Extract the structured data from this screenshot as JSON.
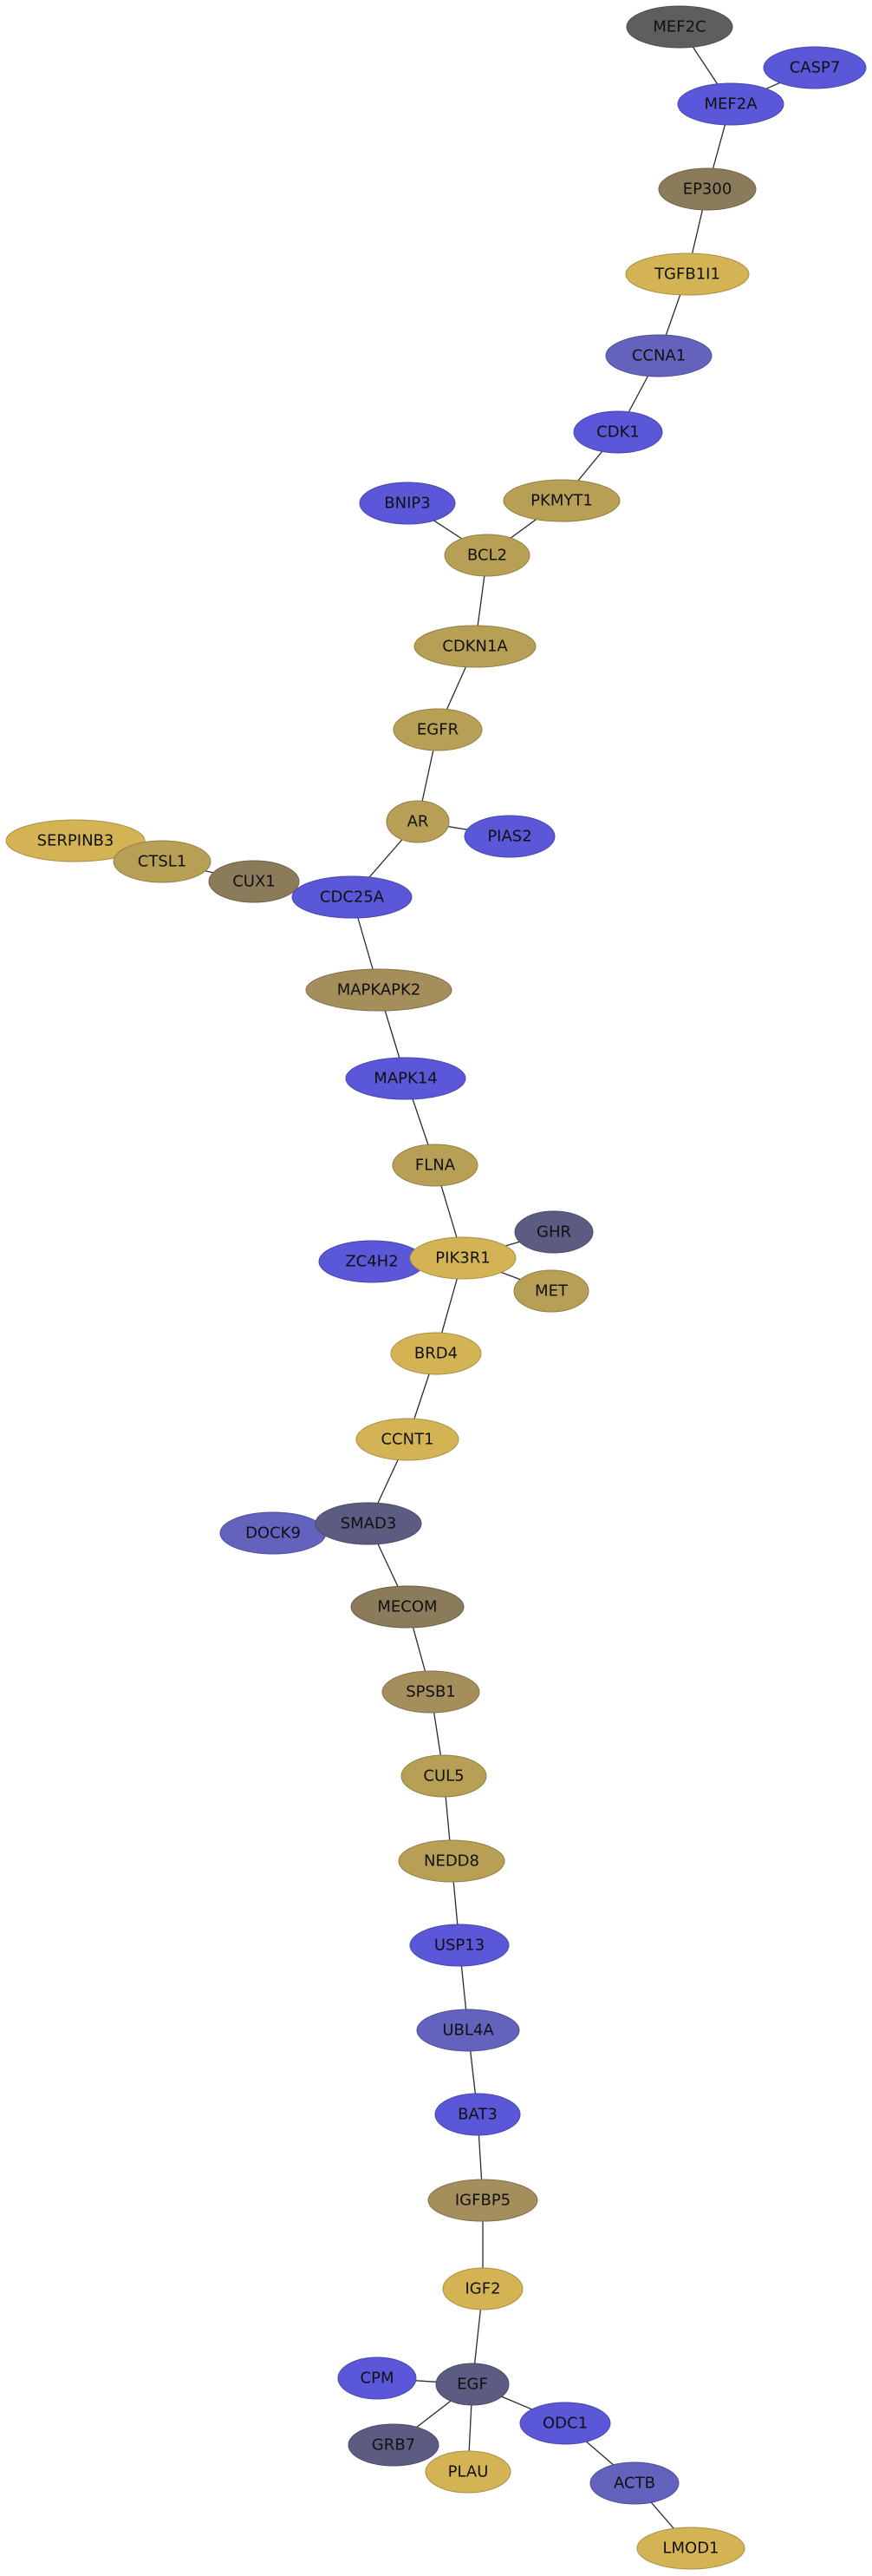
{
  "colors": {
    "blue": "#5a57d8",
    "indigo": "#6362bd",
    "slate": "#5c5c82",
    "gray": "#5e5e5e",
    "gold": "#d4b355",
    "tan": "#b79f56",
    "khaki": "#a48e5c",
    "brown": "#8b7b5a",
    "edge": "#2b2b2b"
  },
  "nodes": [
    {
      "id": "MEF2C",
      "label": "MEF2C",
      "color": "gray"
    },
    {
      "id": "CASP7",
      "label": "CASP7",
      "color": "blue"
    },
    {
      "id": "MEF2A",
      "label": "MEF2A",
      "color": "blue"
    },
    {
      "id": "EP300",
      "label": "EP300",
      "color": "brown"
    },
    {
      "id": "TGFB1I1",
      "label": "TGFB1I1",
      "color": "gold"
    },
    {
      "id": "CCNA1",
      "label": "CCNA1",
      "color": "indigo"
    },
    {
      "id": "CDK1",
      "label": "CDK1",
      "color": "blue"
    },
    {
      "id": "BNIP3",
      "label": "BNIP3",
      "color": "blue"
    },
    {
      "id": "PKMYT1",
      "label": "PKMYT1",
      "color": "tan"
    },
    {
      "id": "BCL2",
      "label": "BCL2",
      "color": "tan"
    },
    {
      "id": "CDKN1A",
      "label": "CDKN1A",
      "color": "tan"
    },
    {
      "id": "EGFR",
      "label": "EGFR",
      "color": "tan"
    },
    {
      "id": "AR",
      "label": "AR",
      "color": "tan"
    },
    {
      "id": "PIAS2",
      "label": "PIAS2",
      "color": "blue"
    },
    {
      "id": "SERPINB3",
      "label": "SERPINB3",
      "color": "gold"
    },
    {
      "id": "CTSL1",
      "label": "CTSL1",
      "color": "tan"
    },
    {
      "id": "CUX1",
      "label": "CUX1",
      "color": "brown"
    },
    {
      "id": "CDC25A",
      "label": "CDC25A",
      "color": "blue"
    },
    {
      "id": "MAPKAPK2",
      "label": "MAPKAPK2",
      "color": "khaki"
    },
    {
      "id": "MAPK14",
      "label": "MAPK14",
      "color": "blue"
    },
    {
      "id": "FLNA",
      "label": "FLNA",
      "color": "tan"
    },
    {
      "id": "GHR",
      "label": "GHR",
      "color": "slate"
    },
    {
      "id": "ZC4H2",
      "label": "ZC4H2",
      "color": "blue"
    },
    {
      "id": "PIK3R1",
      "label": "PIK3R1",
      "color": "gold"
    },
    {
      "id": "MET",
      "label": "MET",
      "color": "tan"
    },
    {
      "id": "BRD4",
      "label": "BRD4",
      "color": "gold"
    },
    {
      "id": "CCNT1",
      "label": "CCNT1",
      "color": "gold"
    },
    {
      "id": "DOCK9",
      "label": "DOCK9",
      "color": "indigo"
    },
    {
      "id": "SMAD3",
      "label": "SMAD3",
      "color": "slate"
    },
    {
      "id": "MECOM",
      "label": "MECOM",
      "color": "brown"
    },
    {
      "id": "SPSB1",
      "label": "SPSB1",
      "color": "khaki"
    },
    {
      "id": "CUL5",
      "label": "CUL5",
      "color": "tan"
    },
    {
      "id": "NEDD8",
      "label": "NEDD8",
      "color": "tan"
    },
    {
      "id": "USP13",
      "label": "USP13",
      "color": "blue"
    },
    {
      "id": "UBL4A",
      "label": "UBL4A",
      "color": "indigo"
    },
    {
      "id": "BAT3",
      "label": "BAT3",
      "color": "blue"
    },
    {
      "id": "IGFBP5",
      "label": "IGFBP5",
      "color": "khaki"
    },
    {
      "id": "IGF2",
      "label": "IGF2",
      "color": "gold"
    },
    {
      "id": "CPM",
      "label": "CPM",
      "color": "blue"
    },
    {
      "id": "EGF",
      "label": "EGF",
      "color": "slate"
    },
    {
      "id": "ODC1",
      "label": "ODC1",
      "color": "blue"
    },
    {
      "id": "GRB7",
      "label": "GRB7",
      "color": "slate"
    },
    {
      "id": "PLAU",
      "label": "PLAU",
      "color": "gold"
    },
    {
      "id": "ACTB",
      "label": "ACTB",
      "color": "indigo"
    },
    {
      "id": "LMOD1",
      "label": "LMOD1",
      "color": "gold"
    }
  ],
  "edges": [
    [
      "MEF2C",
      "MEF2A"
    ],
    [
      "CASP7",
      "MEF2A"
    ],
    [
      "MEF2A",
      "EP300"
    ],
    [
      "EP300",
      "TGFB1I1"
    ],
    [
      "TGFB1I1",
      "CCNA1"
    ],
    [
      "CCNA1",
      "CDK1"
    ],
    [
      "CDK1",
      "PKMYT1"
    ],
    [
      "PKMYT1",
      "BCL2"
    ],
    [
      "BNIP3",
      "BCL2"
    ],
    [
      "BCL2",
      "CDKN1A"
    ],
    [
      "CDKN1A",
      "EGFR"
    ],
    [
      "EGFR",
      "AR"
    ],
    [
      "AR",
      "PIAS2"
    ],
    [
      "AR",
      "CDC25A"
    ],
    [
      "SERPINB3",
      "CTSL1"
    ],
    [
      "CTSL1",
      "CUX1"
    ],
    [
      "CUX1",
      "CDC25A"
    ],
    [
      "CDC25A",
      "MAPKAPK2"
    ],
    [
      "MAPKAPK2",
      "MAPK14"
    ],
    [
      "MAPK14",
      "FLNA"
    ],
    [
      "FLNA",
      "PIK3R1"
    ],
    [
      "GHR",
      "PIK3R1"
    ],
    [
      "ZC4H2",
      "PIK3R1"
    ],
    [
      "PIK3R1",
      "MET"
    ],
    [
      "PIK3R1",
      "BRD4"
    ],
    [
      "BRD4",
      "CCNT1"
    ],
    [
      "CCNT1",
      "SMAD3"
    ],
    [
      "DOCK9",
      "SMAD3"
    ],
    [
      "SMAD3",
      "MECOM"
    ],
    [
      "MECOM",
      "SPSB1"
    ],
    [
      "SPSB1",
      "CUL5"
    ],
    [
      "CUL5",
      "NEDD8"
    ],
    [
      "NEDD8",
      "USP13"
    ],
    [
      "USP13",
      "UBL4A"
    ],
    [
      "UBL4A",
      "BAT3"
    ],
    [
      "BAT3",
      "IGFBP5"
    ],
    [
      "IGFBP5",
      "IGF2"
    ],
    [
      "IGF2",
      "EGF"
    ],
    [
      "CPM",
      "EGF"
    ],
    [
      "EGF",
      "ODC1"
    ],
    [
      "EGF",
      "GRB7"
    ],
    [
      "EGF",
      "PLAU"
    ],
    [
      "ODC1",
      "ACTB"
    ],
    [
      "ACTB",
      "LMOD1"
    ]
  ]
}
